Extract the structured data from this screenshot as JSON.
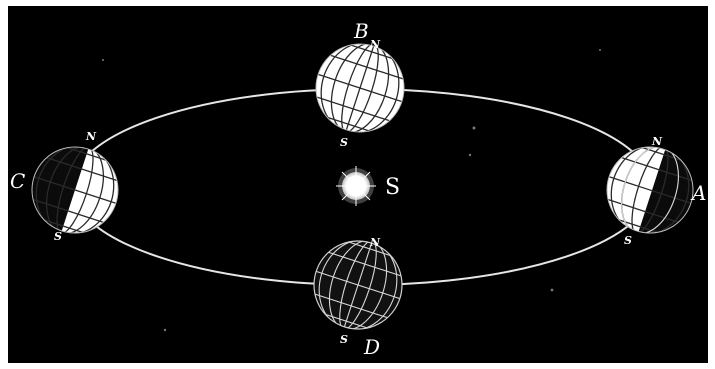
{
  "figure": {
    "background": "#000000",
    "orbit_color": "#e6e6e6",
    "sun_label": "S",
    "positions": [
      {
        "id": "A",
        "letter": "A",
        "north": "N",
        "south": "S",
        "lit_side": "left"
      },
      {
        "id": "B",
        "letter": "B",
        "north": "N",
        "south": "S",
        "lit_side": "full"
      },
      {
        "id": "C",
        "letter": "C",
        "north": "N",
        "south": "S",
        "lit_side": "right"
      },
      {
        "id": "D",
        "letter": "D",
        "north": "N",
        "south": "S",
        "lit_side": "none"
      }
    ]
  }
}
